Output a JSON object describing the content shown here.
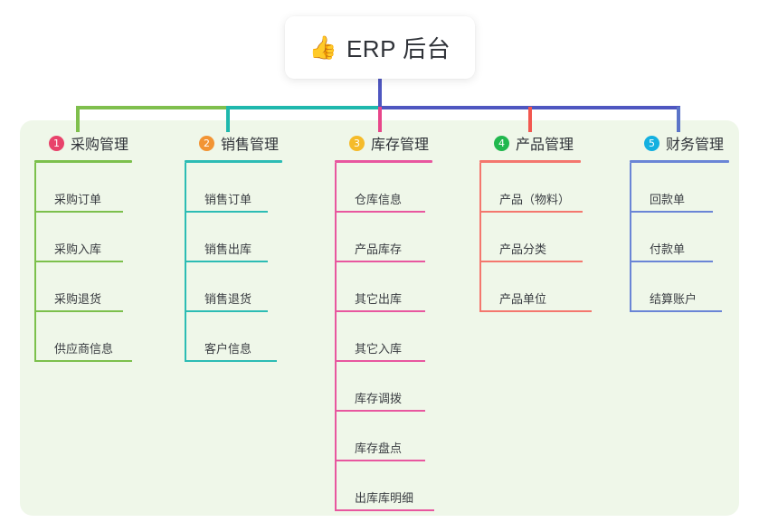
{
  "title": {
    "icon": "thumbs-up-icon",
    "emoji": "👍",
    "text": "ERP 后台"
  },
  "palette": {
    "panel_bg": "#eff7e9",
    "page_bg": "#ffffff",
    "title_text": "#2f3238",
    "stem_main": "#4e56c0",
    "bus_green": "#7fbf4d",
    "bus_teal": "#1fb8ad",
    "bus_blue": "#4e56c0",
    "drop_green": "#7fbf4d",
    "drop_teal": "#1fb8ad",
    "drop_pink": "#e8468a",
    "drop_red": "#f2574f",
    "drop_blue": "#5b74c8"
  },
  "columns": [
    {
      "index": "1",
      "title": "采购管理",
      "badge_color": "#e8436b",
      "line_color": "#7cc04c",
      "items": [
        {
          "label": "采购订单"
        },
        {
          "label": "采购入库"
        },
        {
          "label": "采购退货"
        },
        {
          "label": "供应商信息"
        }
      ]
    },
    {
      "index": "2",
      "title": "销售管理",
      "badge_color": "#f29434",
      "line_color": "#2cbcb4",
      "items": [
        {
          "label": "销售订单"
        },
        {
          "label": "销售出库"
        },
        {
          "label": "销售退货"
        },
        {
          "label": "客户信息"
        }
      ]
    },
    {
      "index": "3",
      "title": "库存管理",
      "badge_color": "#f5bb2a",
      "line_color": "#e8579f",
      "items": [
        {
          "label": "仓库信息"
        },
        {
          "label": "产品库存"
        },
        {
          "label": "其它出库"
        },
        {
          "label": "其它入库"
        },
        {
          "label": "库存调拨"
        },
        {
          "label": "库存盘点"
        },
        {
          "label": "出库库明细"
        }
      ]
    },
    {
      "index": "4",
      "title": "产品管理",
      "badge_color": "#21b84e",
      "line_color": "#f4776e",
      "items": [
        {
          "label": "产品（物料）"
        },
        {
          "label": "产品分类"
        },
        {
          "label": "产品单位"
        }
      ]
    },
    {
      "index": "5",
      "title": "财务管理",
      "badge_color": "#14b0e0",
      "line_color": "#6a85d6",
      "items": [
        {
          "label": "回款单"
        },
        {
          "label": "付款单"
        },
        {
          "label": "结算账户"
        }
      ]
    }
  ]
}
